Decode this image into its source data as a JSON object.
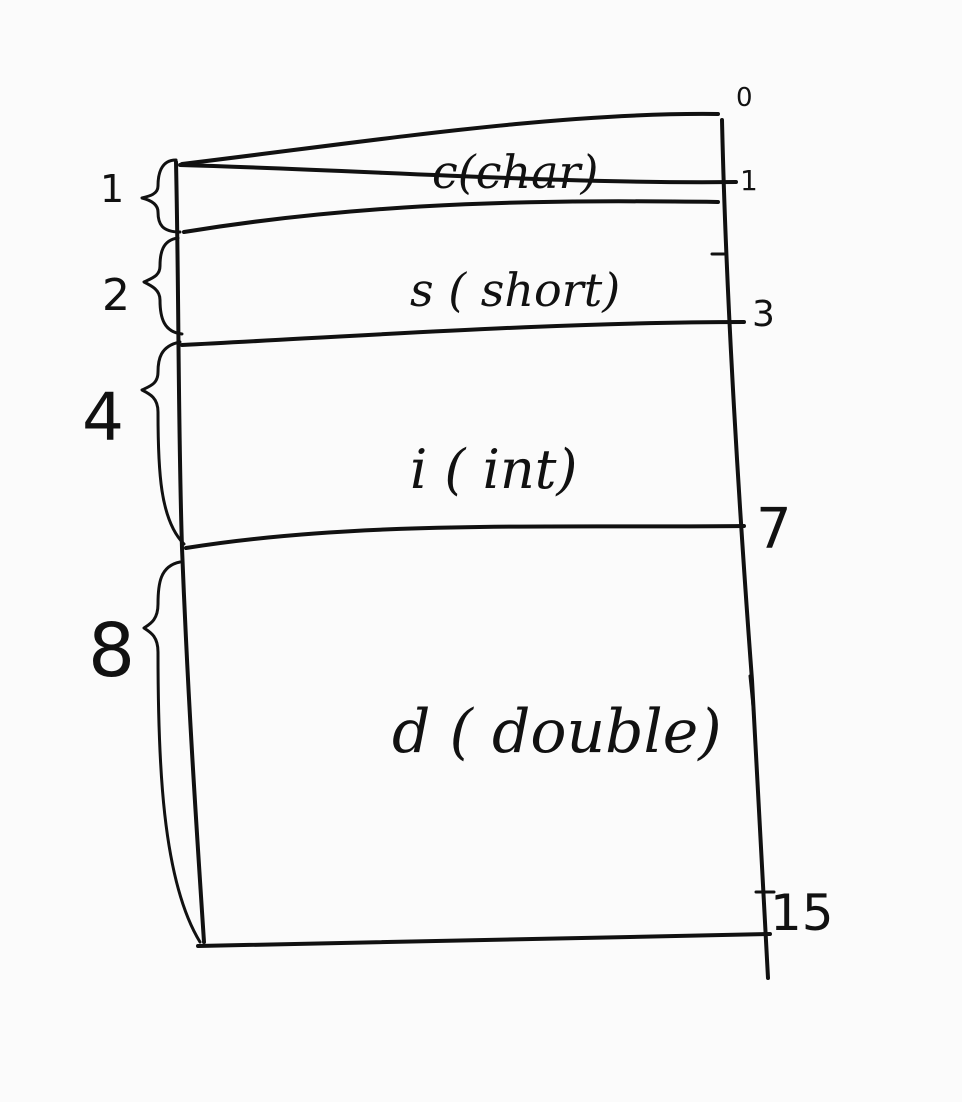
{
  "fields": [
    {
      "label": "c(char)",
      "size": "1"
    },
    {
      "label": "s ( short)",
      "size": "2"
    },
    {
      "label": "i ( int)",
      "size": "4"
    },
    {
      "label": "d ( double)",
      "size": "8"
    }
  ],
  "offsets": [
    "0",
    "1",
    "3",
    "7",
    "15"
  ]
}
